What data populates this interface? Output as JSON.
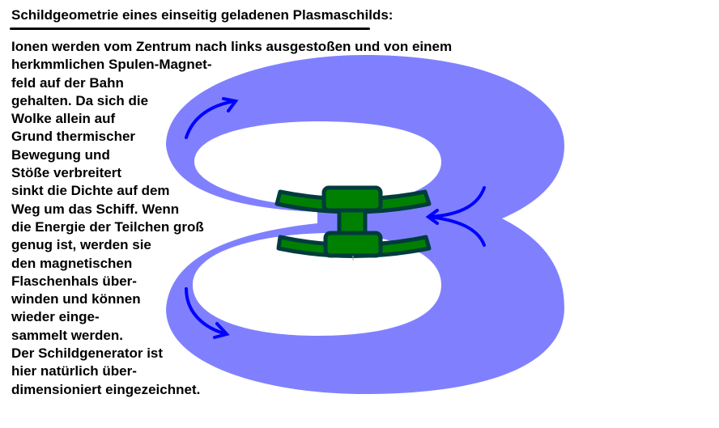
{
  "title": "Schildgeometrie eines einseitig geladenen Plasmaschilds:",
  "body_lines": [
    "Ionen werden vom Zentrum nach links ausgestoßen und von einem",
    "herkmmlichen Spulen-Magnet-",
    "feld auf der Bahn",
    "gehalten. Da sich die",
    "Wolke allein auf",
    "Grund thermischer",
    "Bewegung und",
    "Stöße verbreitert",
    "sinkt die Dichte auf dem",
    "Weg um das Schiff. Wenn",
    "die Energie der Teilchen groß",
    "genug ist, werden sie",
    "den magnetischen",
    "Flaschenhals über-",
    "winden und können",
    "wieder einge-",
    "sammelt werden.",
    "Der Schildgenerator ist",
    "hier natürlich über-",
    "dimensioniert eingezeichnet."
  ],
  "colors": {
    "plasma": "#8080ff",
    "arrow": "#0000ff",
    "ship_fill": "#008000",
    "ship_outline": "#003c3c"
  }
}
